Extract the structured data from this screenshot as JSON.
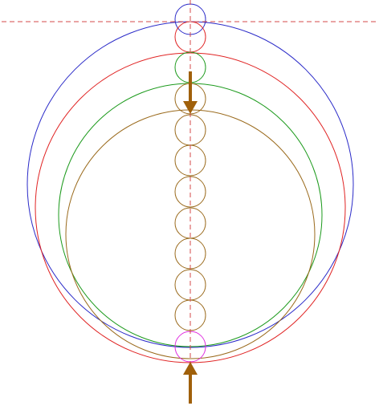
{
  "diagram": {
    "colors": {
      "background": "#ffffff",
      "axis": "#d44a4a",
      "blue": "#2a2ac8",
      "red": "#e02222",
      "green": "#1c9a1c",
      "brown": "#9a6a1c",
      "magenta": "#e030e0",
      "arrow": "#a0600a"
    },
    "elements": [
      "horizontal-dashed-axis",
      "vertical-dashed-axis",
      "large-blue-circle",
      "large-red-circle",
      "large-green-circle",
      "large-brown-circle",
      "small-blue-circle-top",
      "small-red-circle-top",
      "small-green-circle-top",
      "small-brown-circle-stack",
      "small-magenta-circle-bottom",
      "downward-arrow-top",
      "upward-arrow-bottom"
    ]
  }
}
